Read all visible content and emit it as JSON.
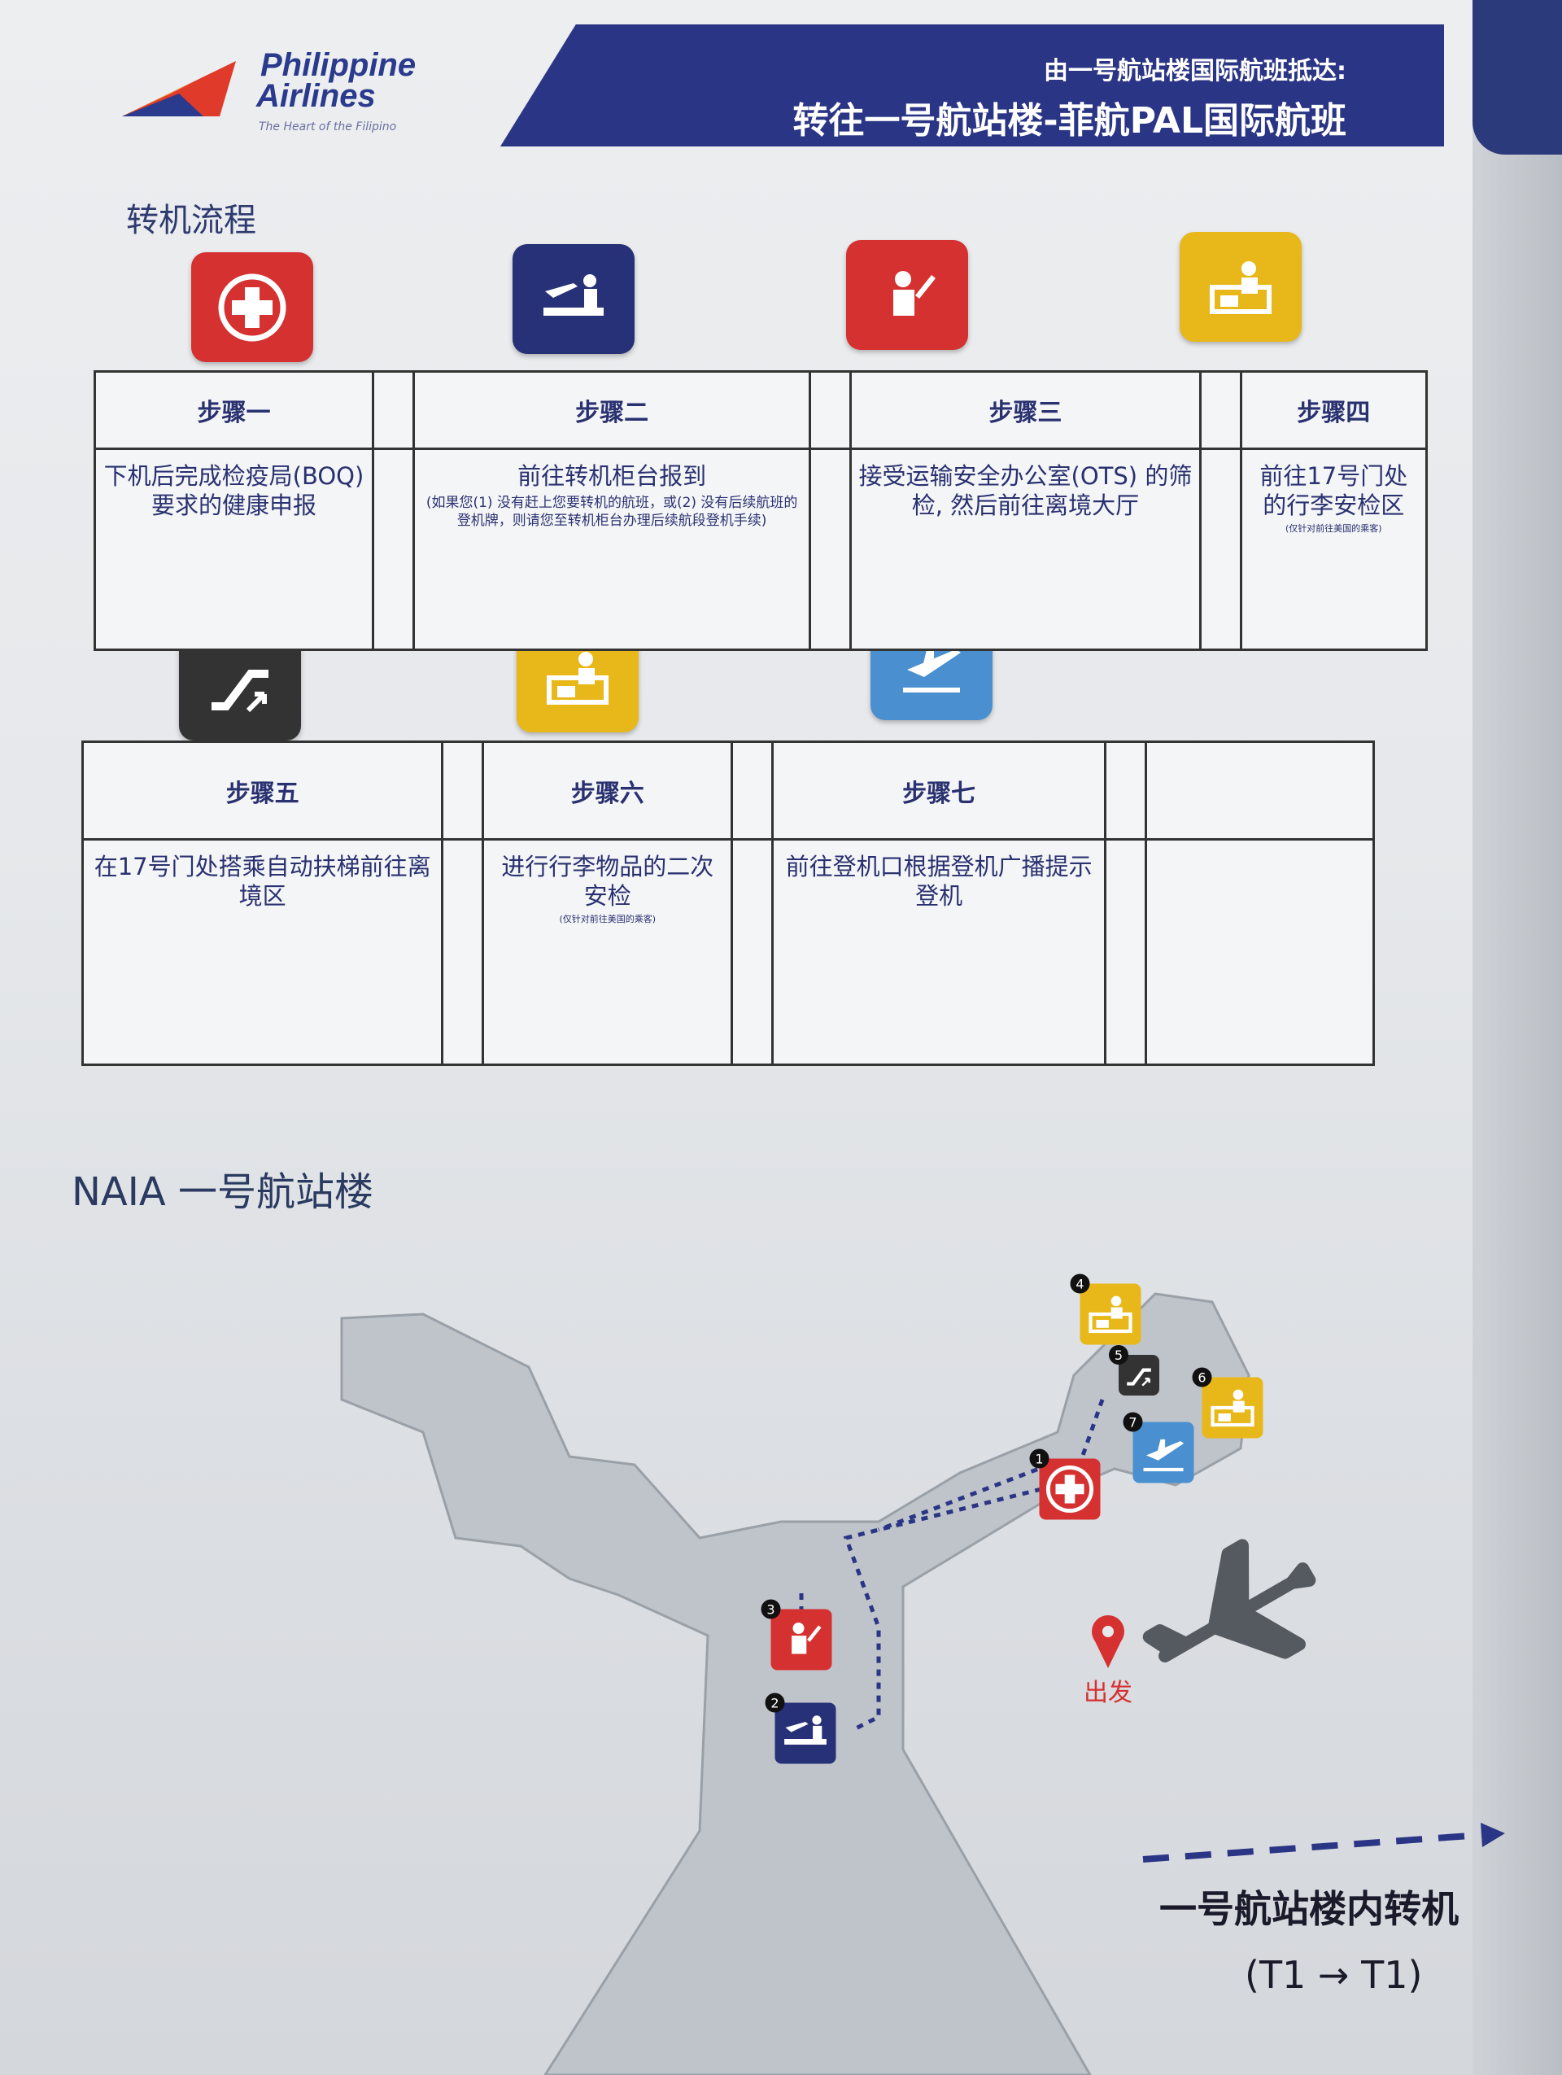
{
  "logo": {
    "line1": "Philippine",
    "line2": "Airlines",
    "tagline": "The Heart of the Filipino"
  },
  "banner": {
    "line1": "由一号航站楼国际航班抵达:",
    "line2": "转往一号航站楼-菲航PAL国际航班",
    "color": "#2b3585"
  },
  "process_title": "转机流程",
  "steps": [
    {
      "label": "步骤一",
      "text": "下机后完成检疫局(BOQ)要求的健康申报",
      "note": "",
      "icon": "medical-cross-icon",
      "color": "#d63131"
    },
    {
      "label": "步骤二",
      "text": "前往转机柜台报到",
      "note": "(如果您(1) 没有赶上您要转机的航班，或(2) 没有后续航班的登机牌，则请您至转机柜台办理后续航段登机手续)",
      "icon": "transfer-desk-icon",
      "color": "#263177"
    },
    {
      "label": "步骤三",
      "text": "接受运输安全办公室(OTS) 的筛检, 然后前往离境大厅",
      "note": "",
      "icon": "security-officer-icon",
      "color": "#d63131"
    },
    {
      "label": "步骤四",
      "text": "前往17号门处的行李安检区",
      "note": "(仅针对前往美国的乘客)",
      "icon": "baggage-check-icon",
      "color": "#e8b81a"
    },
    {
      "label": "步骤五",
      "text": "在17号门处搭乘自动扶梯前往离境区",
      "note": "",
      "icon": "escalator-icon",
      "color": "#333333"
    },
    {
      "label": "步骤六",
      "text": "进行行李物品的二次安检",
      "note": "(仅针对前往美国的乘客)",
      "icon": "baggage-check-icon",
      "color": "#e8b81a"
    },
    {
      "label": "步骤七",
      "text": "前往登机口根据登机广播提示登机",
      "note": "",
      "icon": "departure-plane-icon",
      "color": "#4a90d0"
    }
  ],
  "map": {
    "title": "NAIA 一号航站楼",
    "departure_label": "出发",
    "legend_label": "一号航站楼内转机",
    "legend_sub": "(T1 → T1)",
    "markers": [
      "1",
      "2",
      "3",
      "4",
      "5",
      "6",
      "7"
    ]
  }
}
